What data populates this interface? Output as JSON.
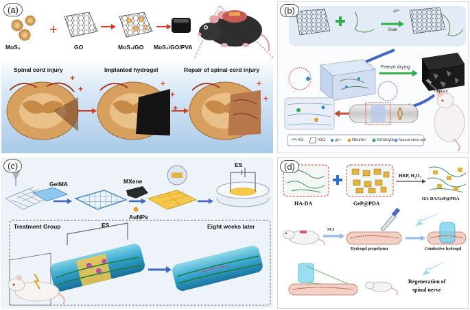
{
  "panels": {
    "a": {
      "tag": "(a)",
      "materials": [
        "MoS₂",
        "GO",
        "MoS₂/GO",
        "MoS₂/GO/PVA"
      ],
      "stages": [
        "Spinal cord injury",
        "Implanted hydrogel",
        "Repair of spinal cord injury"
      ]
    },
    "b": {
      "tag": "(b)",
      "ion": "Al³⁺",
      "soak": "Soak",
      "freeze": "Freeze drying",
      "implant": "Implant",
      "legend": [
        "XG",
        "rGO",
        "Al³⁺",
        "Neuron",
        "Astrocyte",
        "Neural stem cell"
      ]
    },
    "c": {
      "tag": "(c)",
      "gelma": "GelMA",
      "mxene": "MXene",
      "aunps": "AuNPs",
      "es_top": "ES",
      "treatment": "Treatment Group",
      "es_mid": "ES",
      "later": "Eight weeks later"
    },
    "d": {
      "tag": "(d)",
      "hada": "HA-DA",
      "gep": "GeP@PDA",
      "reagent": "HRP, H₂O₂",
      "product": "HA-DA/GeP@PDA",
      "sci": "SCI",
      "prepolymer": "Hydrogel prepolymer",
      "conductive": "Conductive hydrogel",
      "regen1": "Regeneration of",
      "regen2": "spinal nerve"
    }
  },
  "colors": {
    "arrow_red": "#d9361c",
    "arrow_blue": "#3f66c4",
    "hydrogel_black": "#141414",
    "tissue_tan": "#d7a05e",
    "frame_red": "#d43a3a"
  }
}
